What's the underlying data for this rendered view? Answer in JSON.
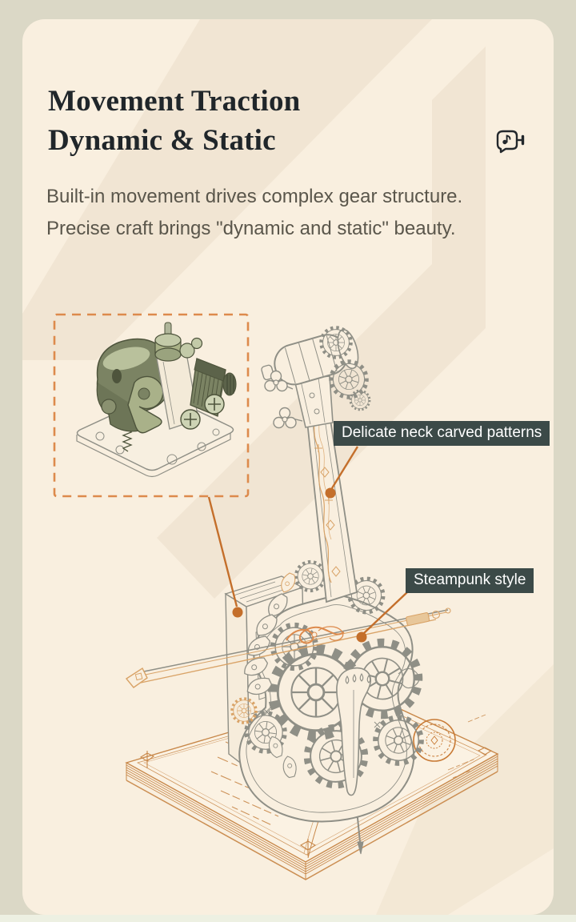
{
  "header": {
    "title_line1": "Movement Traction",
    "title_line2": "Dynamic & Static"
  },
  "icons": {
    "header_icon": "music-box-crank-icon"
  },
  "description": {
    "line1": "Built-in movement drives complex gear structure.",
    "line2": "Precise craft brings \"dynamic and static\" beauty."
  },
  "labels": [
    {
      "text": "Delicate neck carved patterns"
    },
    {
      "text": "Steampunk style"
    }
  ],
  "colors": {
    "outer-background": "#dbd8c6",
    "card-background": "#f9efdf",
    "title-text": "#20262a",
    "body-text": "#5a564b",
    "label-background": "#3c4a48",
    "label-text": "#ffffff",
    "accent-orange": "#dd8a4c",
    "leader-line": "#c46f2b",
    "illustration-gray": "#8f8f86",
    "illustration-tan": "#d9a367",
    "book-line": "#c8884a",
    "movement-olive": "#7b8363",
    "movement-olive-light": "#b9c19c",
    "movement-olive-dark": "#4e543c",
    "bottom-strip": "#edf0e2"
  }
}
